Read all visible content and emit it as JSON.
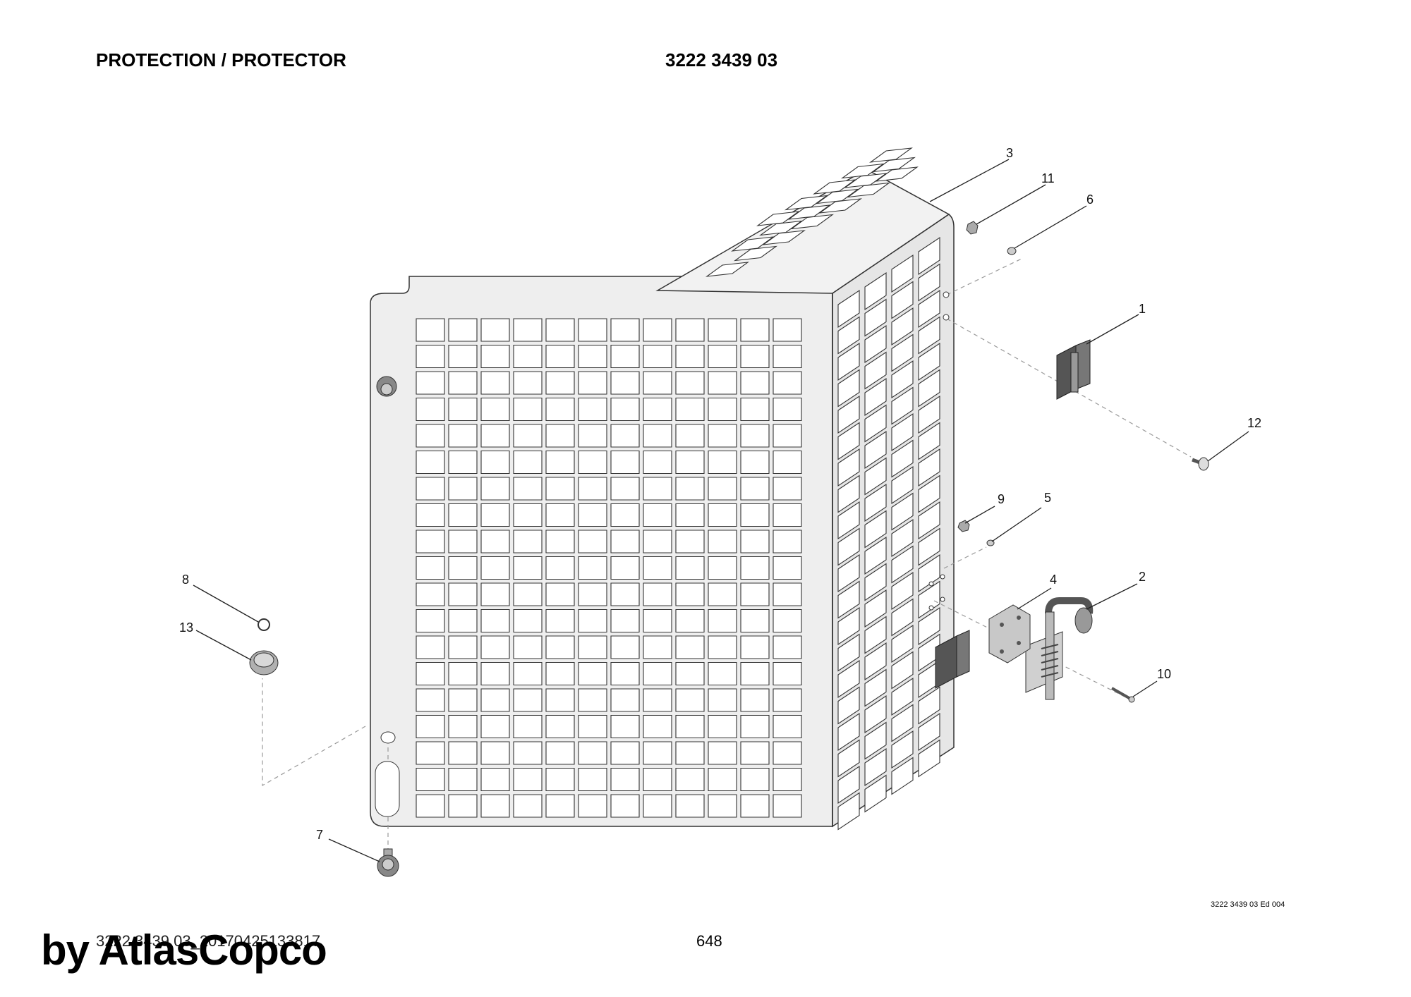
{
  "header": {
    "title": "PROTECTION / PROTECTOR",
    "part_number": "3222 3439 03"
  },
  "callouts": [
    {
      "id": "1",
      "label": "1"
    },
    {
      "id": "2",
      "label": "2"
    },
    {
      "id": "3",
      "label": "3"
    },
    {
      "id": "4",
      "label": "4"
    },
    {
      "id": "5",
      "label": "5"
    },
    {
      "id": "6",
      "label": "6"
    },
    {
      "id": "7",
      "label": "7"
    },
    {
      "id": "8",
      "label": "8"
    },
    {
      "id": "9",
      "label": "9"
    },
    {
      "id": "10",
      "label": "10"
    },
    {
      "id": "11",
      "label": "11"
    },
    {
      "id": "12",
      "label": "12"
    },
    {
      "id": "13",
      "label": "13"
    }
  ],
  "footer": {
    "edition": "3222 3439 03 Ed 004",
    "document_code": "3222 3439 03_20170425133817",
    "page_number": "648",
    "brand_watermark": "by AtlasCopco"
  }
}
